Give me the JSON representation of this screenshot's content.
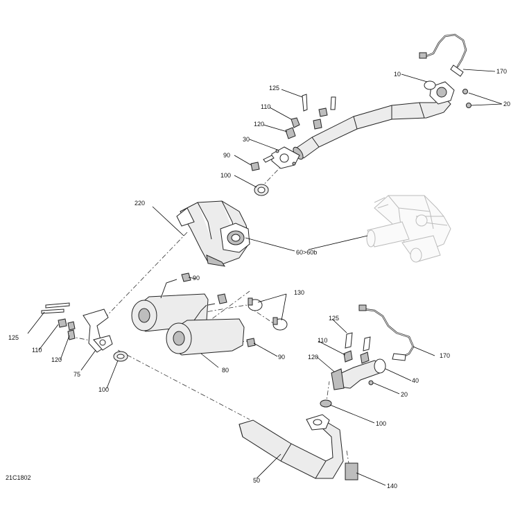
{
  "diagram_code": "21C1802",
  "callouts": {
    "c170a": "170",
    "c10": "10",
    "c20a": "20",
    "c125a": "125",
    "c110a": "110",
    "c120a": "120",
    "c30": "30",
    "c90a": "90",
    "c100a": "100",
    "c220": "220",
    "c6060b": "60>60b",
    "c90b": "90",
    "c130": "130",
    "c125b": "125",
    "c110b": "110",
    "c120b": "120",
    "c75": "75",
    "c100b": "100",
    "c80": "80",
    "c90c": "90",
    "c125c": "125",
    "c110c": "110",
    "c120c": "120",
    "c170b": "170",
    "c40": "40",
    "c20b": "20",
    "c100c": "100",
    "c50": "50",
    "c140": "140"
  }
}
